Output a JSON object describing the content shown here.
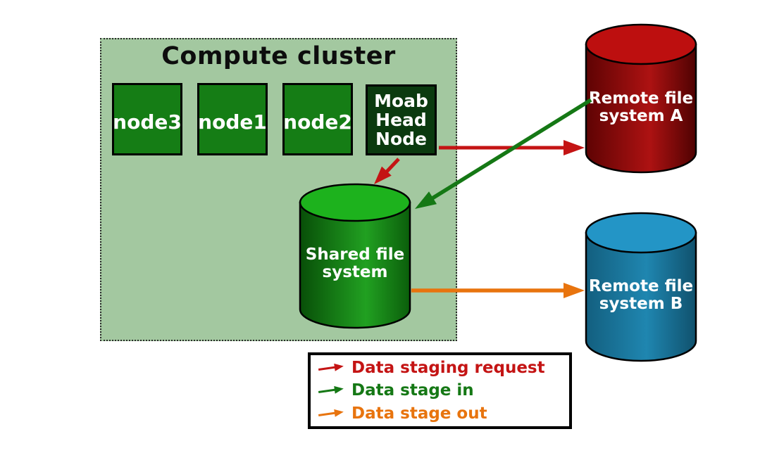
{
  "diagram": {
    "cluster": {
      "title": "Compute cluster",
      "nodes": [
        "node3",
        "node1",
        "node2"
      ],
      "head_node": {
        "line1": "Moab",
        "line2": "Head",
        "line3": "Node"
      }
    },
    "shared_fs": {
      "line1": "Shared file",
      "line2": "system"
    },
    "remote_a": {
      "line1": "Remote file",
      "line2": "system A"
    },
    "remote_b": {
      "line1": "Remote file",
      "line2": "system B"
    },
    "legend": {
      "items": [
        {
          "label": "Data staging request",
          "color": "#c41414"
        },
        {
          "label": "Data stage in",
          "color": "#157815"
        },
        {
          "label": "Data stage out",
          "color": "#e8740e"
        }
      ]
    },
    "colors": {
      "cluster_background": "#a3c8a0",
      "node_fill": "#157d15",
      "head_node_fill": "#0b3a0f",
      "shared_cylinder_top": "#1db21d",
      "remote_a_cylinder_top": "#bd0f0f",
      "remote_b_cylinder_top": "#2395c6",
      "arrow_staging_request": "#c41414",
      "arrow_stage_in": "#157815",
      "arrow_stage_out": "#e8740e"
    }
  }
}
